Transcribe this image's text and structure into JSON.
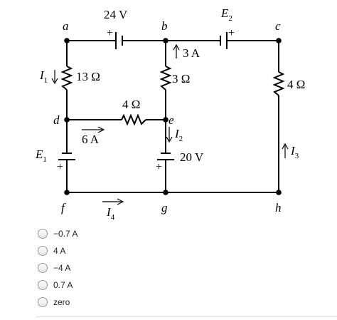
{
  "circuit": {
    "nodes": {
      "a": "a",
      "b": "b",
      "c": "c",
      "d": "d",
      "e": "e",
      "f": "f",
      "g": "g",
      "h": "h"
    },
    "battery_top_left": "24 V",
    "emf_top_right": {
      "symbol": "E",
      "sub": "2"
    },
    "emf_left": {
      "symbol": "E",
      "sub": "1"
    },
    "battery_middle": "20 V",
    "plus_sign": "+",
    "resistor_af": "13 Ω",
    "resistor_be": "3 Ω",
    "resistor_de": "4 Ω",
    "resistor_ch": "4 Ω",
    "current_be": "3 A",
    "current_de": "6 A",
    "current_af": {
      "symbol": "I",
      "sub": "1"
    },
    "current_eg": {
      "symbol": "I",
      "sub": "2"
    },
    "current_hc": {
      "symbol": "I",
      "sub": "3"
    },
    "current_fg": {
      "symbol": "I",
      "sub": "4"
    }
  },
  "choices": [
    {
      "label": "−0.7 A"
    },
    {
      "label": "4 A"
    },
    {
      "label": "−4 A"
    },
    {
      "label": "0.7 A"
    },
    {
      "label": "zero"
    }
  ]
}
